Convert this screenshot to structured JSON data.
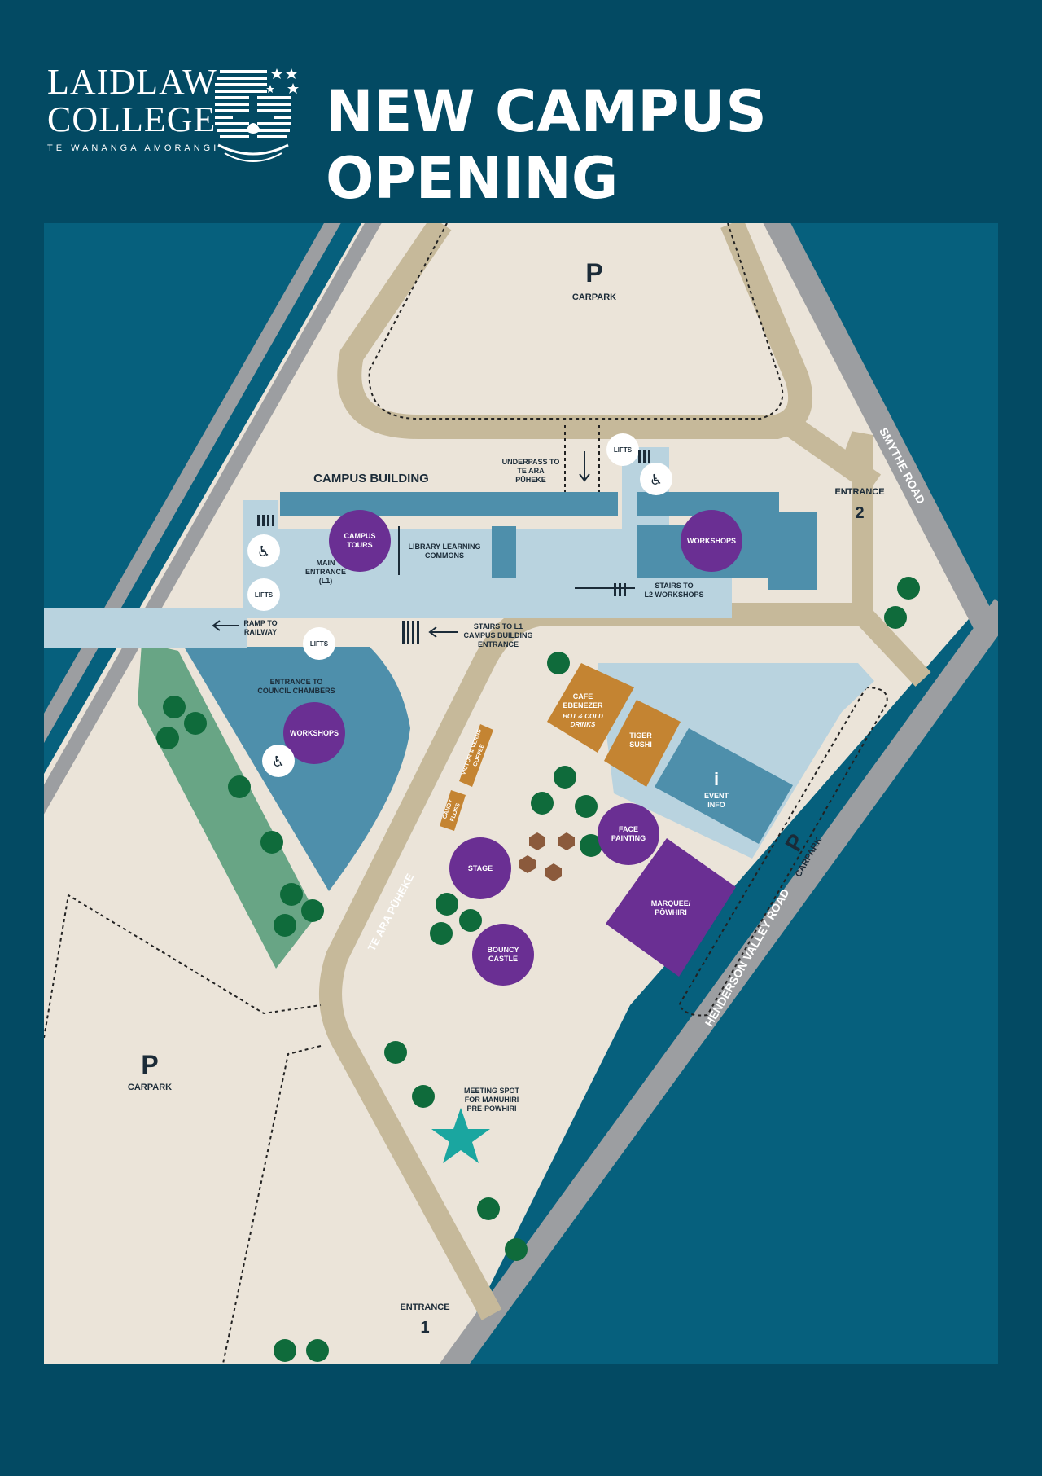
{
  "header": {
    "logo_line1": "LAIDLAW",
    "logo_line2": "COLLEGE",
    "logo_subtitle": "TE WANANGA AMORANGI",
    "headline": "NEW CAMPUS OPENING"
  },
  "colors": {
    "background": "#034a63",
    "water": "#06607d",
    "ground": "#ebe4d9",
    "road": "#9c9ea1",
    "path": "#c6b99a",
    "building_light": "#b9d3df",
    "building_dark": "#4e8fab",
    "garden": "#68a585",
    "tree": "#0f6b3b",
    "activity": "#6a2f93",
    "food": "#c48432",
    "star": "#1aa6a0",
    "label_text": "#1b2b38"
  },
  "map": {
    "carpark_top": "CARPARK",
    "carpark_left": "CARPARK",
    "carpark_right": "CARPARK",
    "parking_symbol": "P",
    "campus_building": "CAMPUS BUILDING",
    "underpass": [
      "UNDERPASS TO",
      "TE ARA",
      "PŪHEKE"
    ],
    "library": [
      "LIBRARY LEARNING",
      "COMMONS"
    ],
    "main_entrance": [
      "MAIN",
      "ENTRANCE",
      "(L1)"
    ],
    "lifts": "LIFTS",
    "ramp": [
      "RAMP TO",
      "RAILWAY"
    ],
    "stairs_l1": [
      "STAIRS TO L1",
      "CAMPUS BUILDING",
      "ENTRANCE"
    ],
    "stairs_l2": [
      "STAIRS TO",
      "L2 WORKSHOPS"
    ],
    "council_entrance": [
      "ENTRANCE TO",
      "COUNCIL CHAMBERS"
    ],
    "entrance_2": "ENTRANCE",
    "entrance_2_number": "2",
    "entrance_1": "ENTRANCE",
    "entrance_1_number": "1",
    "smythe_road": "SMYTHE ROAD",
    "henderson_road": "HENDERSON VALLEY ROAD",
    "te_ara_puheke": "TE ARA PŪHEKE",
    "campus_tours": [
      "CAMPUS",
      "TOURS"
    ],
    "workshops": "WORKSHOPS",
    "stage": "STAGE",
    "bouncy_castle": [
      "BOUNCY",
      "CASTLE"
    ],
    "face_painting": [
      "FACE",
      "PAINTING"
    ],
    "marquee": [
      "MARQUEE/",
      "PŌWHIRI"
    ],
    "cafe": [
      "CAFE",
      "EBENEZER"
    ],
    "cafe_sub": [
      "HOT & COLD",
      "DRINKS"
    ],
    "tiger_sushi": [
      "TIGER",
      "SUSHI"
    ],
    "event_info": [
      "EVENT",
      "INFO"
    ],
    "info_symbol": "i",
    "candy_floss": [
      "CANDY",
      "FLOSS"
    ],
    "victor_coffee": [
      "VICTOR & VERNS",
      "COFFEE"
    ],
    "meeting_spot": [
      "MEETING SPOT",
      "FOR MANUHIRI",
      "PRE-PŌWHIRI"
    ]
  }
}
